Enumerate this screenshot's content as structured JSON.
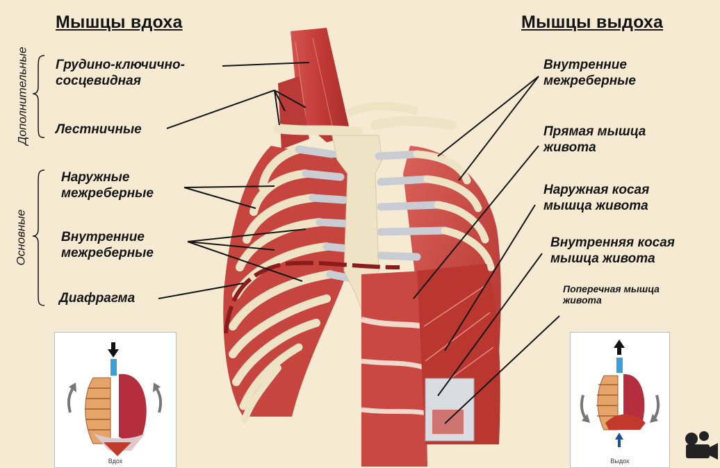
{
  "titles": {
    "inhale": "Мышцы вдоха",
    "exhale": "Мышцы выдоха"
  },
  "groups": {
    "accessory": "Дополнительные",
    "main": "Основные"
  },
  "left_labels": {
    "sternocleidomastoid": "Грудино-ключично-\nсосцевидная",
    "scalene": "Лестничные",
    "external_intercostal": "Наружные\nмежреберные",
    "internal_intercostal": "Внутренние\nмежреберные",
    "diaphragm": "Диафрагма"
  },
  "right_labels": {
    "internal_intercostal": "Внутренние\nмежреберные",
    "rectus_abdominis": "Прямая мышца\nживота",
    "external_oblique": "Наружная косая\nмышца живота",
    "internal_oblique": "Внутренняя косая\nмышца живота",
    "transversus": "Поперечная мышца\nживота"
  },
  "insets": {
    "inhale_caption": "Вдох",
    "exhale_caption": "Выдох"
  },
  "colors": {
    "muscle": "#c8423f",
    "muscle_dark": "#9e2b2a",
    "bone": "#efe3c5",
    "cartilage": "#c9cdd3",
    "background": "#f7ead3"
  }
}
